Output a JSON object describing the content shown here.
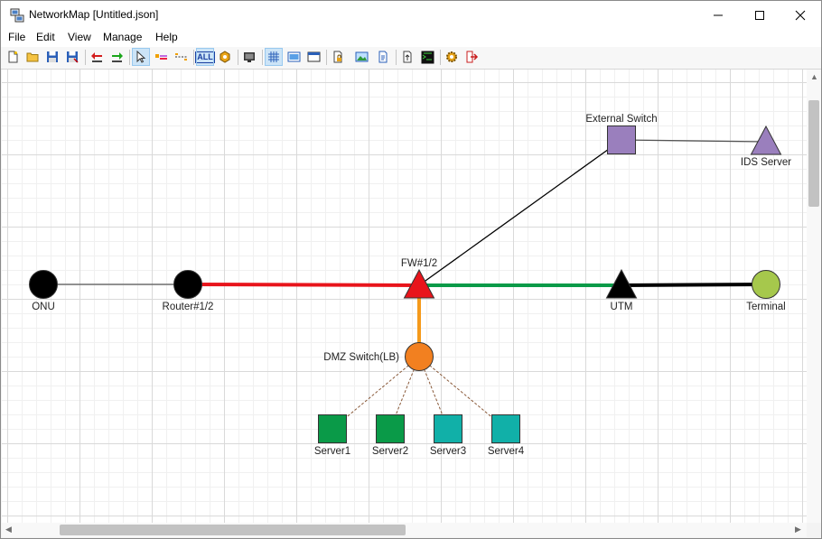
{
  "window": {
    "title": "NetworkMap [Untitled.json]"
  },
  "menu": {
    "items": [
      "File",
      "Edit",
      "View",
      "Manage",
      "Help"
    ]
  },
  "toolbar": {
    "buttons": [
      {
        "icon": "new-file-icon"
      },
      {
        "icon": "open-folder-icon"
      },
      {
        "icon": "save-icon"
      },
      {
        "icon": "save-as-icon"
      },
      {
        "icon": "undo-arrow-icon"
      },
      {
        "icon": "redo-arrow-icon"
      },
      {
        "icon": "select-pointer-icon",
        "active": true
      },
      {
        "icon": "add-node-icon"
      },
      {
        "icon": "add-link-icon"
      },
      {
        "icon": "select-all-icon",
        "active": true,
        "label": "ALL"
      },
      {
        "icon": "badge-icon"
      },
      {
        "icon": "monitor-icon"
      },
      {
        "icon": "grid-icon",
        "active": true
      },
      {
        "icon": "image-icon"
      },
      {
        "icon": "window-icon"
      },
      {
        "icon": "lock-document-icon"
      },
      {
        "icon": "picture-icon"
      },
      {
        "icon": "document-icon"
      },
      {
        "icon": "export-icon"
      },
      {
        "icon": "terminal-icon"
      },
      {
        "icon": "settings-gear-icon"
      },
      {
        "icon": "exit-icon"
      }
    ]
  },
  "network": {
    "nodes": [
      {
        "id": "onu",
        "label": "ONU",
        "shape": "circle",
        "color": "#000000"
      },
      {
        "id": "router",
        "label": "Router#1/2",
        "shape": "circle",
        "color": "#000000"
      },
      {
        "id": "fw",
        "label": "FW#1/2",
        "shape": "triangle",
        "color": "#e8141b"
      },
      {
        "id": "utm",
        "label": "UTM",
        "shape": "triangle",
        "color": "#000000"
      },
      {
        "id": "terminal",
        "label": "Terminal",
        "shape": "circle",
        "color": "#a6c84c"
      },
      {
        "id": "ext-switch",
        "label": "External Switch",
        "shape": "square",
        "color": "#9a7fbd"
      },
      {
        "id": "ids",
        "label": "IDS Server",
        "shape": "triangle",
        "color": "#9a7fbd"
      },
      {
        "id": "dmz",
        "label": "DMZ Switch(LB)",
        "shape": "circle",
        "color": "#f28020"
      },
      {
        "id": "server1",
        "label": "Server1",
        "shape": "square",
        "color": "#0a9a48"
      },
      {
        "id": "server2",
        "label": "Server2",
        "shape": "square",
        "color": "#0a9a48"
      },
      {
        "id": "server3",
        "label": "Server3",
        "shape": "square",
        "color": "#11b0a8"
      },
      {
        "id": "server4",
        "label": "Server4",
        "shape": "square",
        "color": "#11b0a8"
      }
    ],
    "links": [
      {
        "from": "onu",
        "to": "router",
        "style": "thin",
        "color": "#555555"
      },
      {
        "from": "router",
        "to": "fw",
        "style": "thick",
        "color": "#e8141b"
      },
      {
        "from": "fw",
        "to": "utm",
        "style": "thick",
        "color": "#0a9a48"
      },
      {
        "from": "utm",
        "to": "terminal",
        "style": "thick",
        "color": "#000000"
      },
      {
        "from": "fw",
        "to": "ext-switch",
        "style": "thin",
        "color": "#000000"
      },
      {
        "from": "ext-switch",
        "to": "ids",
        "style": "thin",
        "color": "#555555"
      },
      {
        "from": "fw",
        "to": "dmz",
        "style": "thick",
        "color": "#f59a1b"
      },
      {
        "from": "dmz",
        "to": "server1",
        "style": "dashed",
        "color": "#8a5a3a"
      },
      {
        "from": "dmz",
        "to": "server2",
        "style": "dashed",
        "color": "#8a5a3a"
      },
      {
        "from": "dmz",
        "to": "server3",
        "style": "dashed",
        "color": "#8a5a3a"
      },
      {
        "from": "dmz",
        "to": "server4",
        "style": "dashed",
        "color": "#8a5a3a"
      }
    ]
  }
}
